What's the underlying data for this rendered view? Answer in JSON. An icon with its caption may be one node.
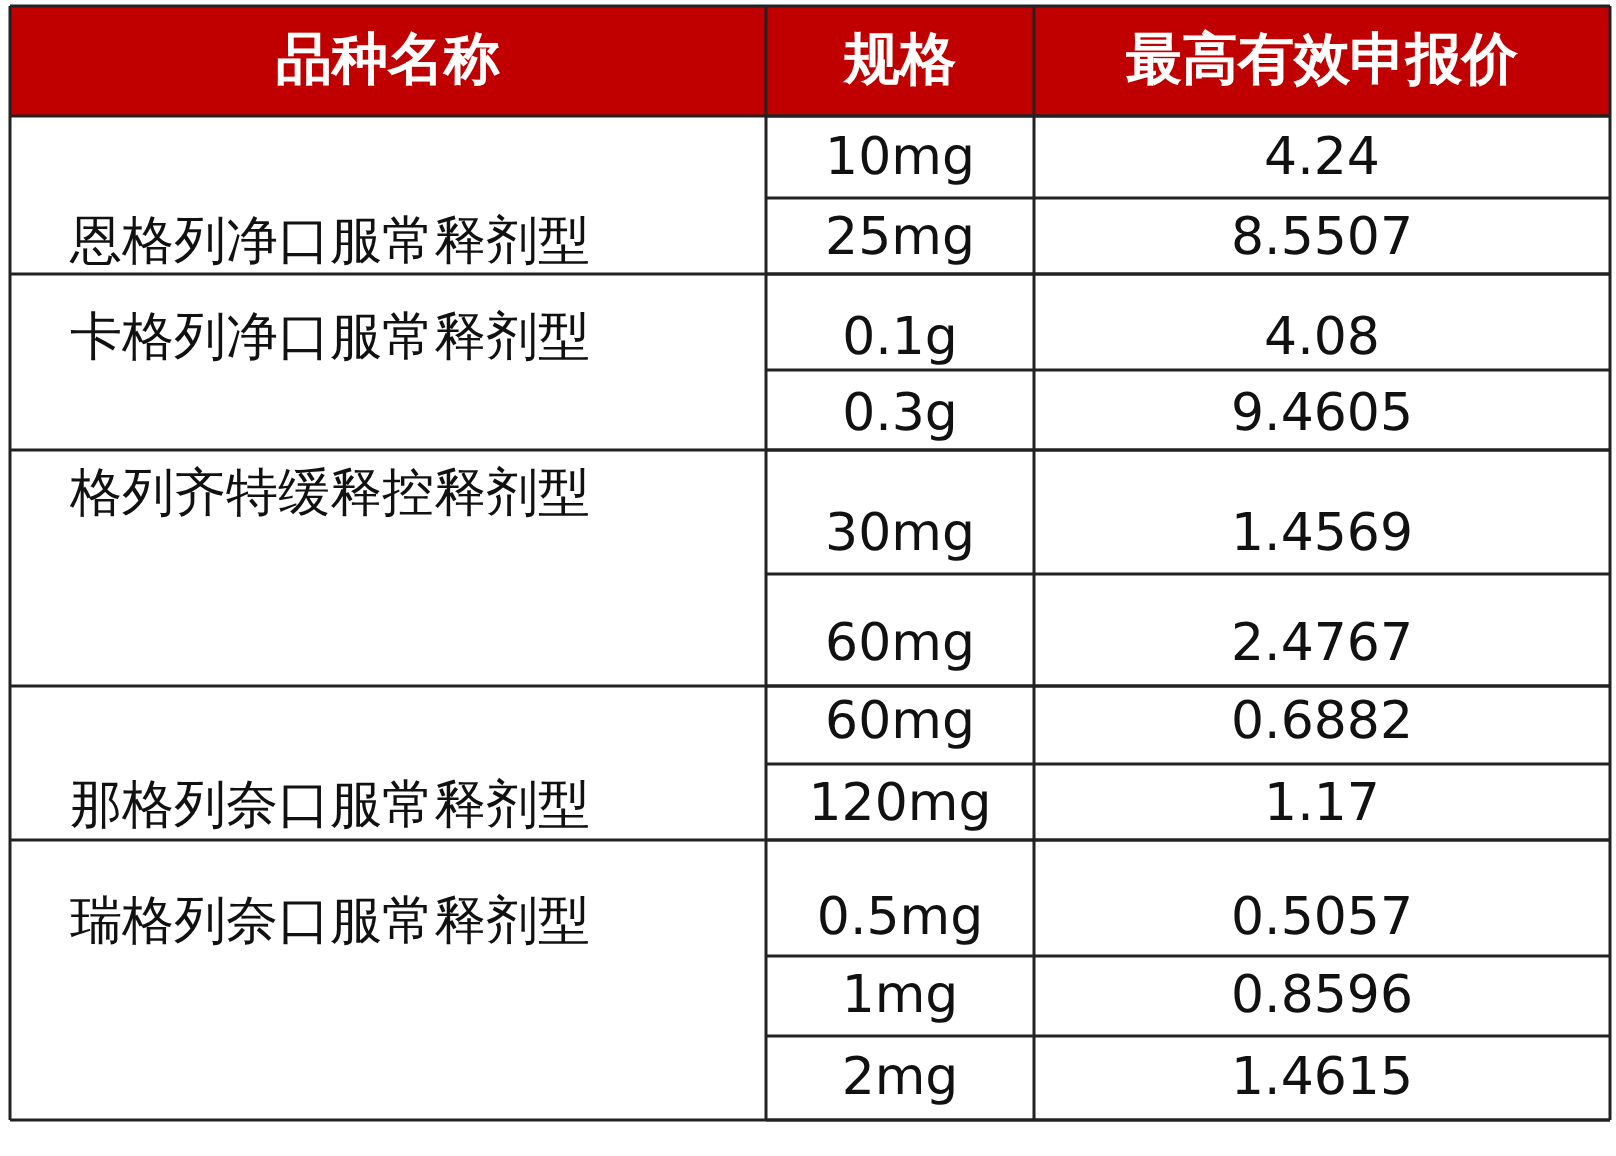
{
  "diagram": {
    "labels": [
      "品种名称",
      "规格",
      "最高有效申报价",
      "恩格列净口服常释剂型",
      "10mg",
      "4.24",
      "25mg",
      "8.5507",
      "卡格列净口服常释剂型",
      "0.1g",
      "4.08",
      "0.3g",
      "9.4605",
      "格列齐特缓释控释剂型",
      "30mg",
      "1.4569",
      "60mg",
      "2.4767",
      "那格列奈口服常释剂型",
      "60mg",
      "0.6882",
      "120mg",
      "1.17",
      "瑞格列奈口服常释剂型",
      "0.5mg",
      "0.5057",
      "1mg",
      "0.8596",
      "2mg",
      "1.4615"
    ]
  }
}
